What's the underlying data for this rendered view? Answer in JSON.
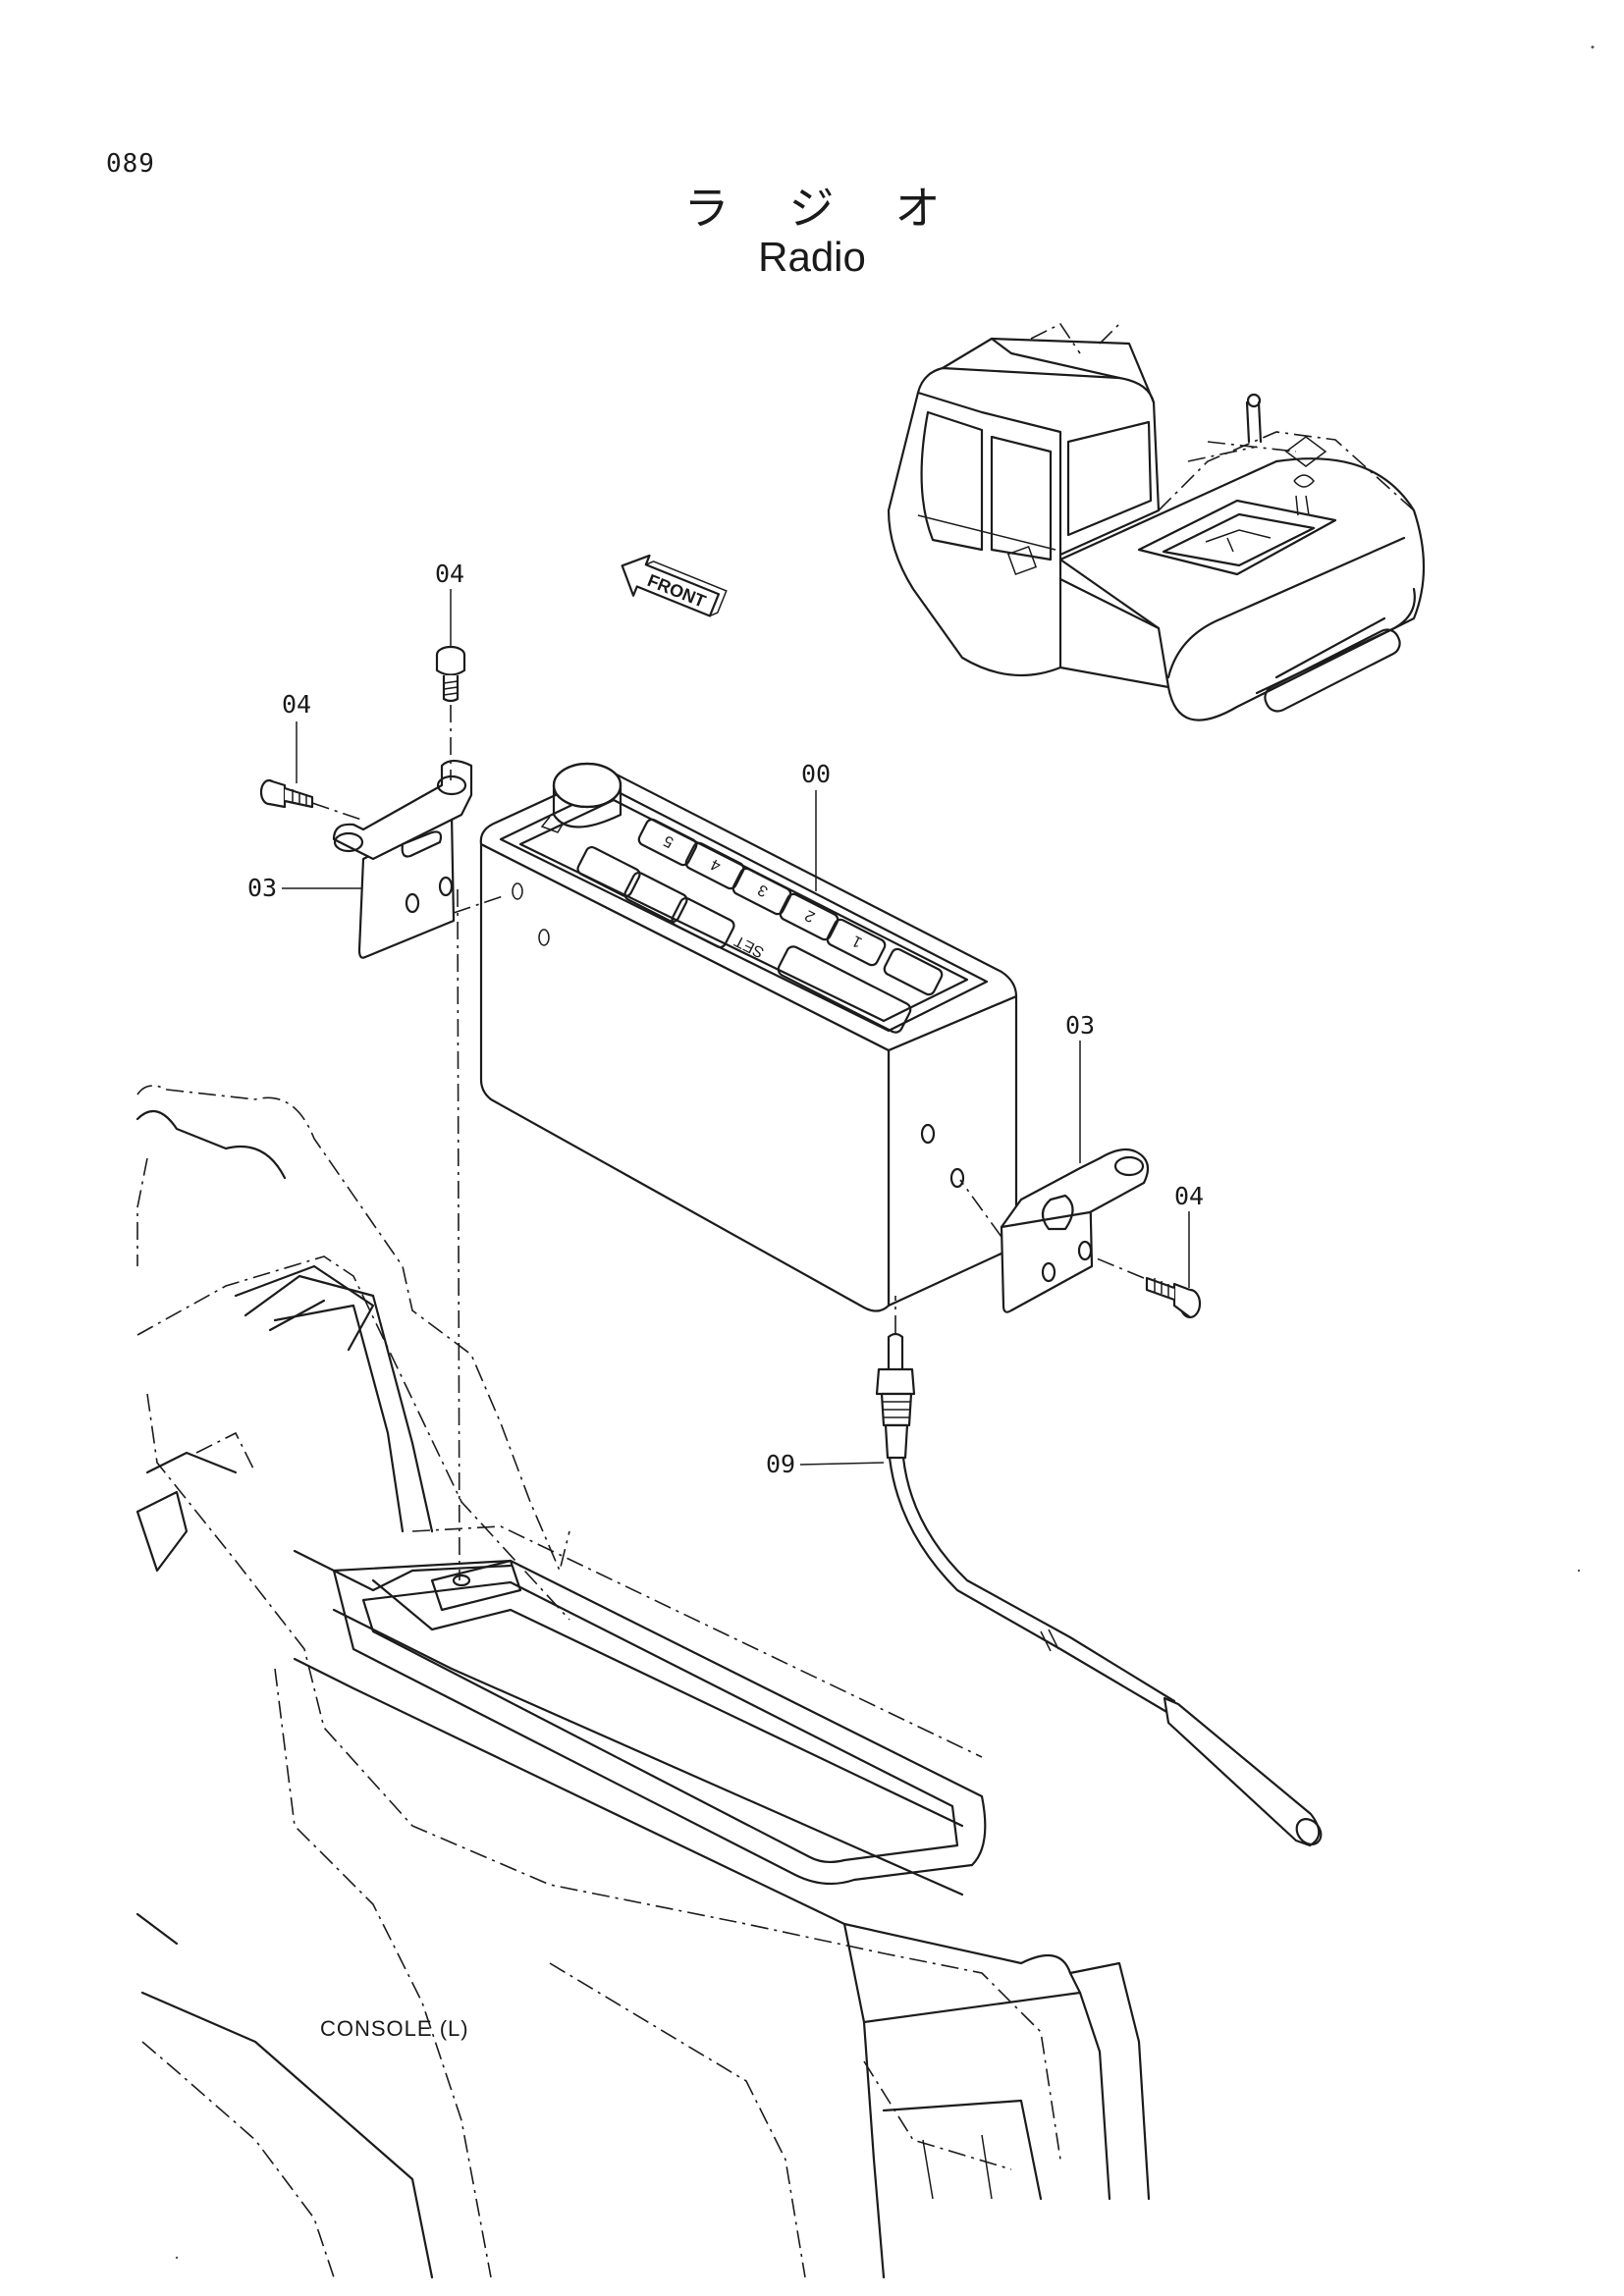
{
  "page": {
    "number": "089"
  },
  "title": {
    "japanese": "ラジオ",
    "english": "Radio"
  },
  "orientation_label": "FRONT",
  "radio_buttons": [
    "5",
    "4",
    "3",
    "2",
    "1",
    "SET"
  ],
  "callouts": [
    {
      "id": "c-04-top",
      "label": "04"
    },
    {
      "id": "c-04-left",
      "label": "04"
    },
    {
      "id": "c-03-left",
      "label": "03"
    },
    {
      "id": "c-00",
      "label": "00"
    },
    {
      "id": "c-03-right",
      "label": "03"
    },
    {
      "id": "c-04-right",
      "label": "04"
    },
    {
      "id": "c-09",
      "label": "09"
    }
  ],
  "console_label": "CONSOLE (L)",
  "icons": [
    "front-arrow-icon",
    "excavator-overview-icon"
  ]
}
